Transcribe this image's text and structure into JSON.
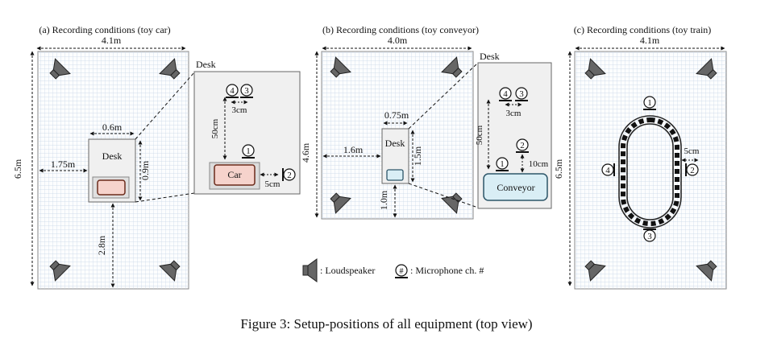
{
  "panels": {
    "a": {
      "title": "(a) Recording conditions (toy car)",
      "width": "4.1m",
      "height": "6.5m",
      "desk_width": "0.6m",
      "desk_depth": "0.9m",
      "left_dist": "1.75m",
      "bottom_dist": "2.8m",
      "desk": "Desk",
      "inset_label": "Desk",
      "d_50cm": "50cm",
      "d_3cm": "3cm",
      "d_5cm": "5cm",
      "target": "Car",
      "mics": [
        "1",
        "2",
        "3",
        "4"
      ]
    },
    "b": {
      "title": "(b) Recording conditions (toy conveyor)",
      "width": "4.0m",
      "height": "4.6m",
      "desk_width": "0.75m",
      "desk_depth": "1.5m",
      "left_dist": "1.6m",
      "bottom_dist": "1.0m",
      "desk": "Desk",
      "inset_label": "Desk",
      "d_50cm": "50cm",
      "d_3cm": "3cm",
      "d_10cm": "10cm",
      "target": "Conveyor",
      "mics": [
        "1",
        "2",
        "3",
        "4"
      ]
    },
    "c": {
      "title": "(c) Recording conditions (toy train)",
      "width": "4.1m",
      "height": "6.5m",
      "d_5cm": "5cm",
      "mics": [
        "1",
        "2",
        "3",
        "4"
      ]
    }
  },
  "legend": {
    "loudspeaker": ": Loudspeaker",
    "mic_symbol": "#",
    "microphone": ": Microphone ch. #"
  },
  "caption": "Figure 3: Setup-positions of all equipment (top view)",
  "colors": {
    "grid": "#c6d6e6",
    "desk": "#f0f0f0",
    "car": "#f6d3cc",
    "conveyor": "#d9eef5",
    "speaker": "#666666"
  }
}
